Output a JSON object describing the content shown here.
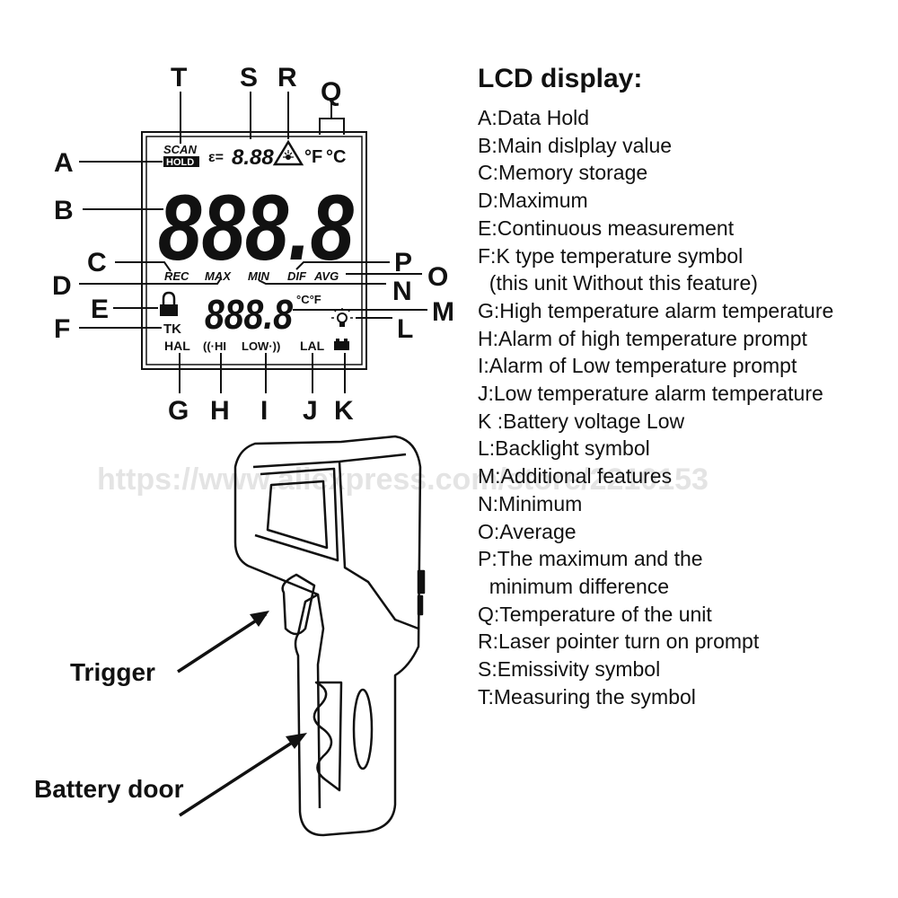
{
  "watermark": "https://www.aliexpress.com/store/2210153",
  "legend": {
    "title": "LCD display:",
    "items": [
      "A:Data Hold",
      "B:Main dislplay value",
      "C:Memory storage",
      "D:Maximum",
      "E:Continuous measurement",
      "F:K type temperature symbol",
      "  (this unit Without this feature)",
      "G:High temperature alarm temperature",
      "H:Alarm of high temperature prompt",
      "I:Alarm of Low temperature prompt",
      "J:Low temperature alarm temperature",
      "K :Battery voltage Low",
      "L:Backlight symbol",
      "M:Additional features",
      "N:Minimum",
      "O:Average",
      "P:The maximum and the",
      "  minimum difference",
      "Q:Temperature of the unit",
      "R:Laser pointer turn on prompt",
      "S:Emissivity symbol",
      "T:Measuring the symbol"
    ]
  },
  "callouts": {
    "A": "A",
    "B": "B",
    "C": "C",
    "D": "D",
    "E": "E",
    "F": "F",
    "G": "G",
    "H": "H",
    "I": "I",
    "J": "J",
    "K": "K",
    "L": "L",
    "M": "M",
    "N": "N",
    "O": "O",
    "P": "P",
    "Q": "Q",
    "R": "R",
    "S": "S",
    "T": "T"
  },
  "lcd": {
    "scan": "SCAN",
    "hold": "HOLD",
    "emissivity": "ε=",
    "emissivity_digits": "8.88",
    "unit_f": "°F",
    "unit_c": "°C",
    "main_value": "888.8",
    "rec": "REC",
    "max": "MAX",
    "min": "MIN",
    "dif": "DIF",
    "avg": "AVG",
    "secondary_value": "888.8",
    "secondary_units": "°C°F",
    "tk": "TK",
    "hal": "HAL",
    "hi": "((·HI",
    "low": "LOW·))",
    "lal": "LAL"
  },
  "device": {
    "trigger_label": "Trigger",
    "battery_door_label": "Battery door"
  }
}
